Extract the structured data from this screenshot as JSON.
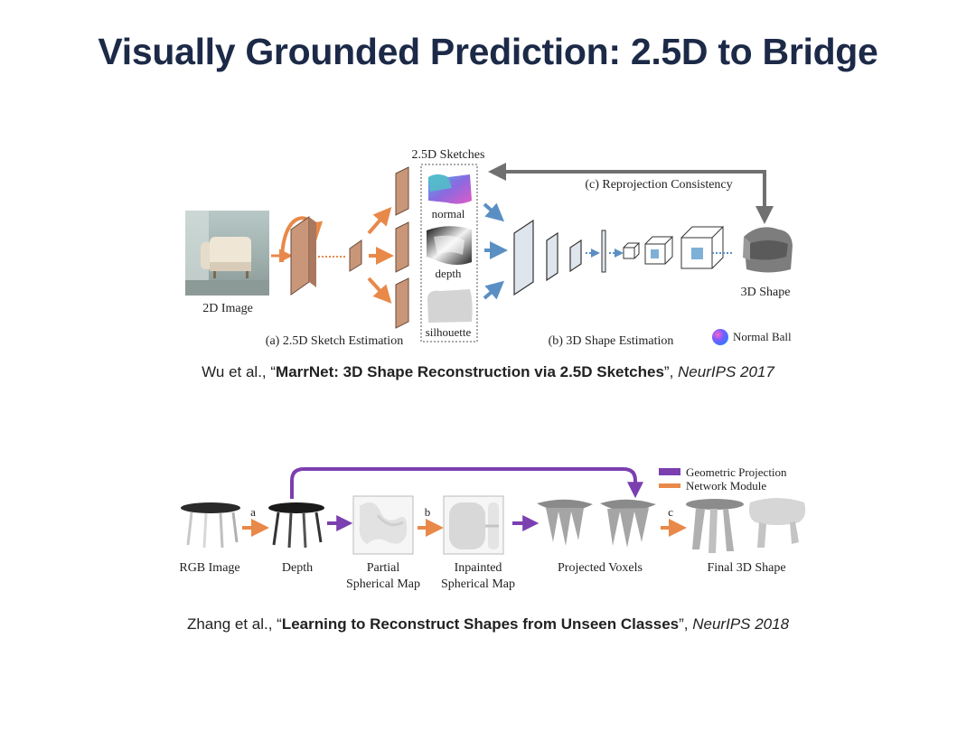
{
  "slide": {
    "title": "Visually Grounded Prediction: 2.5D to Bridge"
  },
  "figure1": {
    "sketches_header": "2.5D Sketches",
    "reprojection_label": "(c) Reprojection Consistency",
    "input_label": "2D Image",
    "normal_label": "normal",
    "depth_label": "depth",
    "silhouette_label": "silhouette",
    "stage_a_label": "(a) 2.5D Sketch Estimation",
    "stage_b_label": "(b) 3D Shape Estimation",
    "output_label": "3D Shape",
    "legend_label": "Normal Ball",
    "colors": {
      "orange": "#e8894a",
      "blue": "#5a8fc4",
      "gray_arrow": "#707070",
      "encoder_fill": "#c9967a"
    }
  },
  "citation1": {
    "authors": "Wu et al., “",
    "paper_title": "MarrNet: 3D Shape Reconstruction via 2.5D Sketches",
    "separator": "”, ",
    "venue": "NeurIPS 2017"
  },
  "figure2": {
    "legend_geometric": "Geometric Projection",
    "legend_network": "Network Module",
    "step_a": "a",
    "step_b": "b",
    "step_c": "c",
    "rgb_label": "RGB Image",
    "depth_label": "Depth",
    "partial_line1": "Partial",
    "partial_line2": "Spherical Map",
    "inpainted_line1": "Inpainted",
    "inpainted_line2": "Spherical Map",
    "voxels_label": "Projected Voxels",
    "final_label": "Final 3D Shape",
    "colors": {
      "purple": "#7b3fb0",
      "orange": "#e8894a"
    }
  },
  "citation2": {
    "authors": "Zhang et al., “",
    "paper_title": "Learning to Reconstruct Shapes from Unseen Classes",
    "separator": "”, ",
    "venue": "NeurIPS 2018"
  }
}
